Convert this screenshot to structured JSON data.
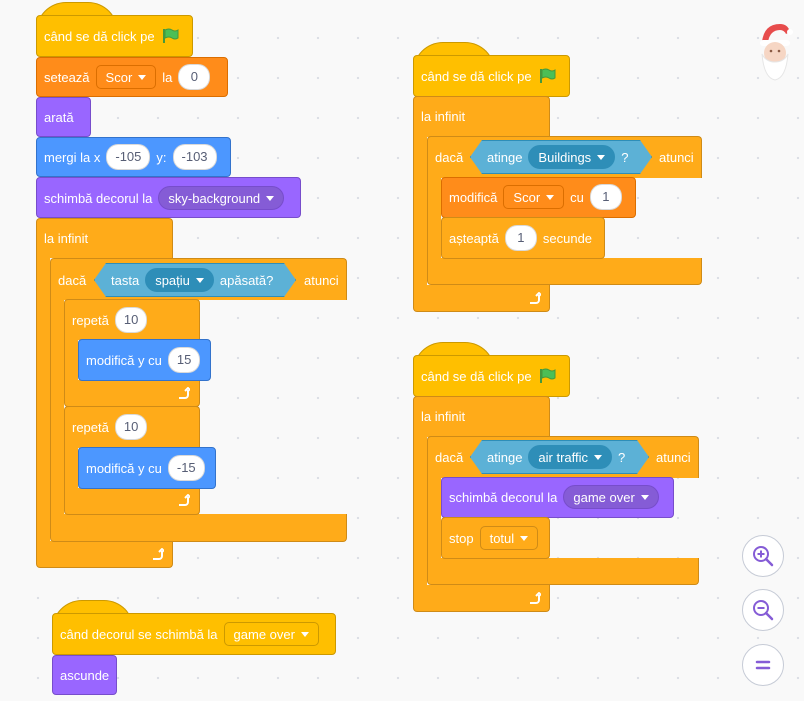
{
  "colors": {
    "events": "#ffbf00",
    "control": "#ffab19",
    "variables": "#ff8c1a",
    "looks": "#9966ff",
    "motion": "#4c97ff",
    "sensing": "#5cb1d6"
  },
  "script1": {
    "hat_label": "când se dă click pe",
    "set_label": "setează",
    "set_var": "Scor",
    "set_to": "la",
    "set_value": "0",
    "show_label": "arată",
    "goto_label": "mergi la x",
    "goto_x": "-105",
    "goto_y_label": "y:",
    "goto_y": "-103",
    "switch_label": "schimbă decorul la",
    "switch_value": "sky-background",
    "forever_label": "la infinit",
    "if_label": "dacă",
    "key_label": "tasta",
    "key_value": "spațiu",
    "key_suffix": "apăsată?",
    "then_label": "atunci",
    "repeat1_label": "repetă",
    "repeat1_value": "10",
    "change1_label": "modifică y cu",
    "change1_value": "15",
    "repeat2_label": "repetă",
    "repeat2_value": "10",
    "change2_label": "modifică y cu",
    "change2_value": "-15"
  },
  "script2": {
    "hat_label": "când decorul se schimbă la",
    "hat_value": "game over",
    "hide_label": "ascunde"
  },
  "script3": {
    "hat_label": "când se dă click pe",
    "forever_label": "la infinit",
    "if_label": "dacă",
    "touch_label": "atinge",
    "touch_value": "Buildings",
    "touch_q": "?",
    "then_label": "atunci",
    "change_label": "modifică",
    "change_var": "Scor",
    "change_by": "cu",
    "change_value": "1",
    "wait_label": "așteaptă",
    "wait_value": "1",
    "wait_unit": "secunde"
  },
  "script4": {
    "hat_label": "când se dă click pe",
    "forever_label": "la infinit",
    "if_label": "dacă",
    "touch_label": "atinge",
    "touch_value": "air traffic",
    "touch_q": "?",
    "then_label": "atunci",
    "switch_label": "schimbă decorul la",
    "switch_value": "game over",
    "stop_label": "stop",
    "stop_value": "totul"
  },
  "icons": {
    "flag": "green-flag-icon",
    "loop_arrow": "loop-arrow-icon",
    "zoom_in": "zoom-in-icon",
    "zoom_out": "zoom-out-icon",
    "zoom_reset": "zoom-reset-icon",
    "sprite": "santa-sprite-icon"
  }
}
